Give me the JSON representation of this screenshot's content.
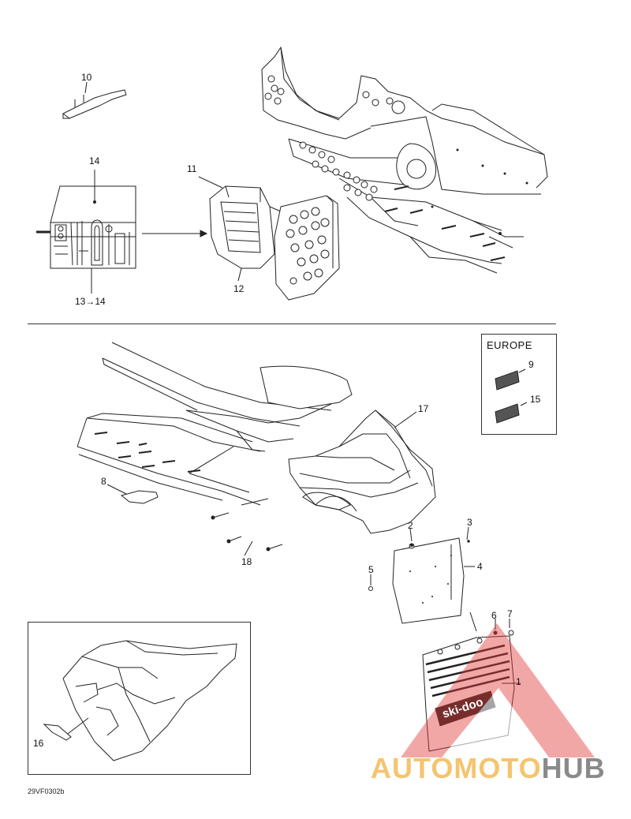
{
  "labels": {
    "p10": "10",
    "p14": "14",
    "p11": "11",
    "p12": "12",
    "p13_14": "13→14",
    "p17": "17",
    "p9": "9",
    "p15": "15",
    "p8": "8",
    "p2": "2",
    "p3": "3",
    "p4": "4",
    "p5": "5",
    "p18": "18",
    "p6": "6",
    "p7": "7",
    "p1": "1",
    "p16": "16"
  },
  "europe_box": {
    "title": "EUROPE"
  },
  "flap_brand": "ski-doo",
  "watermark": {
    "part1": "AUTOMOTO",
    "part2": "HUB",
    "color_a": "#f5c46e",
    "color_b": "#8a8a8a",
    "triangle_color": "#e23b3b"
  },
  "drawing_code": "29VF0302b"
}
